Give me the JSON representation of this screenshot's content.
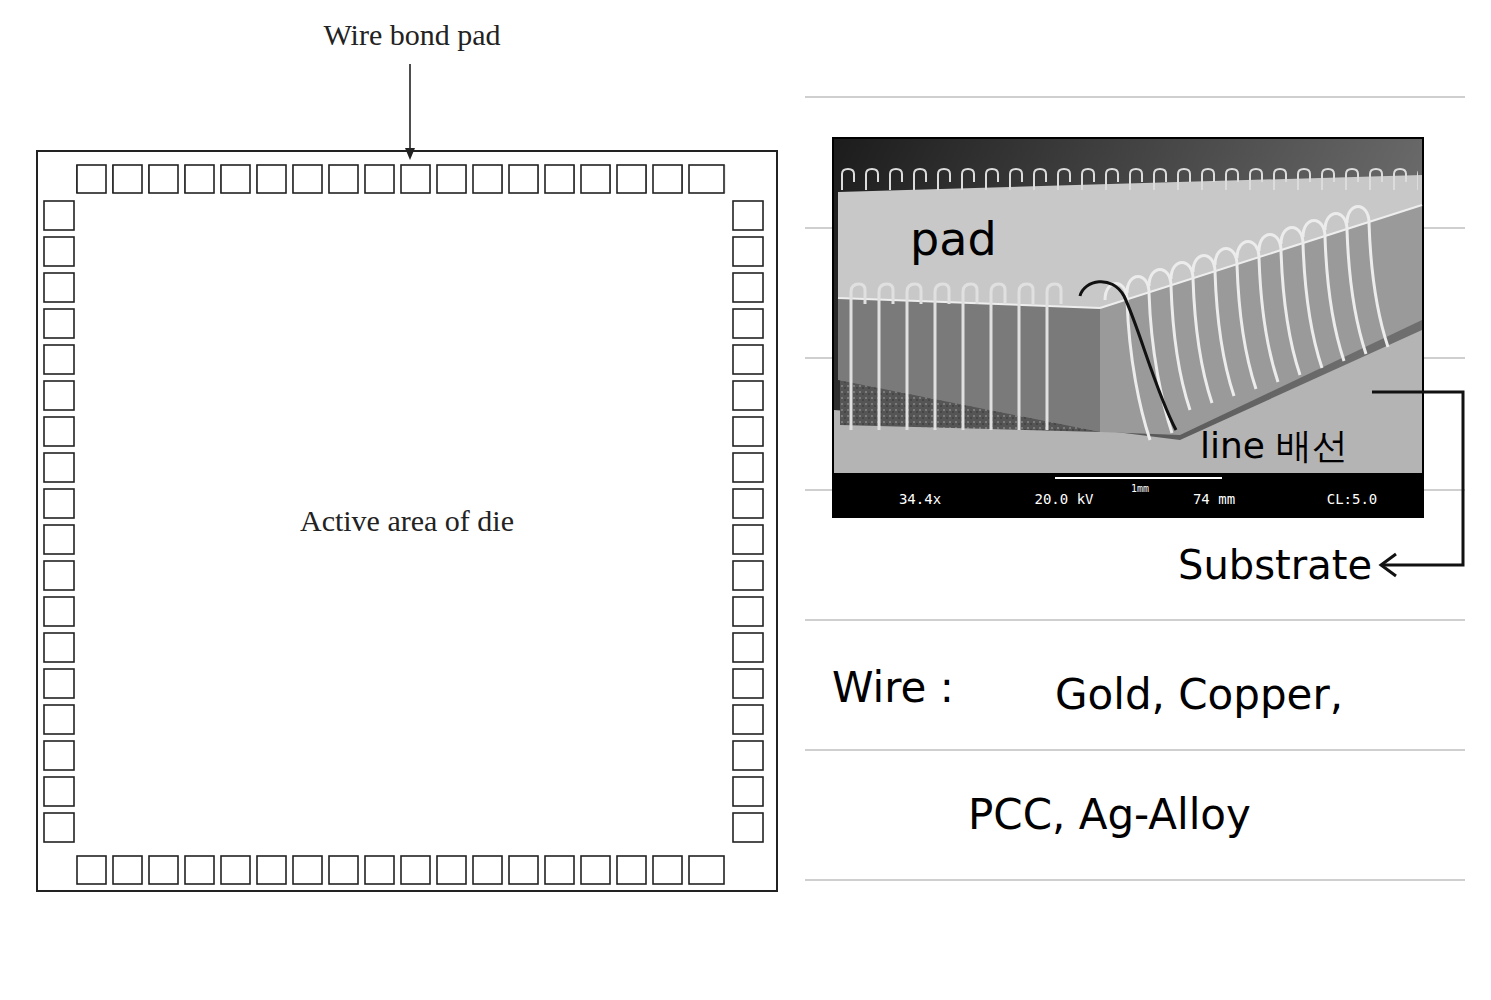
{
  "diagram": {
    "nodes": [
      {
        "text": [
          "Active area of die"
        ]
      }
    ],
    "labels": [
      "Wire bond pad",
      "pad",
      "line 배선",
      "Substrate",
      "34.4x",
      "20.0 kV",
      "1mm",
      "74 mm",
      "CL:5.0",
      "Wire :",
      "Gold, Copper,",
      "PCC, Ag-Alloy"
    ]
  }
}
